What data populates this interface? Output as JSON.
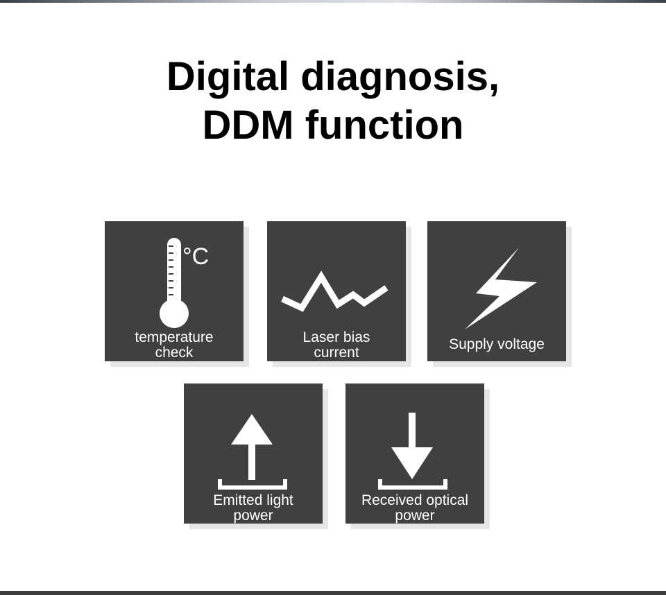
{
  "heading": {
    "line1": "Digital diagnosis,",
    "line2": "DDM function"
  },
  "features": [
    {
      "icon": "thermometer-icon",
      "unit": "°C",
      "label_line1": "temperature",
      "label_line2": "check"
    },
    {
      "icon": "waveform-icon",
      "label_line1": "Laser bias",
      "label_line2": "current"
    },
    {
      "icon": "lightning-bolt-icon",
      "label_line1": "Supply voltage"
    },
    {
      "icon": "upload-arrow-icon",
      "label_line1": "Emitted light",
      "label_line2": "power"
    },
    {
      "icon": "download-arrow-icon",
      "label_line1": "Received optical",
      "label_line2": "power"
    }
  ],
  "colors": {
    "tile_background": "#404040",
    "icon": "#ffffff",
    "text": "#000000"
  }
}
